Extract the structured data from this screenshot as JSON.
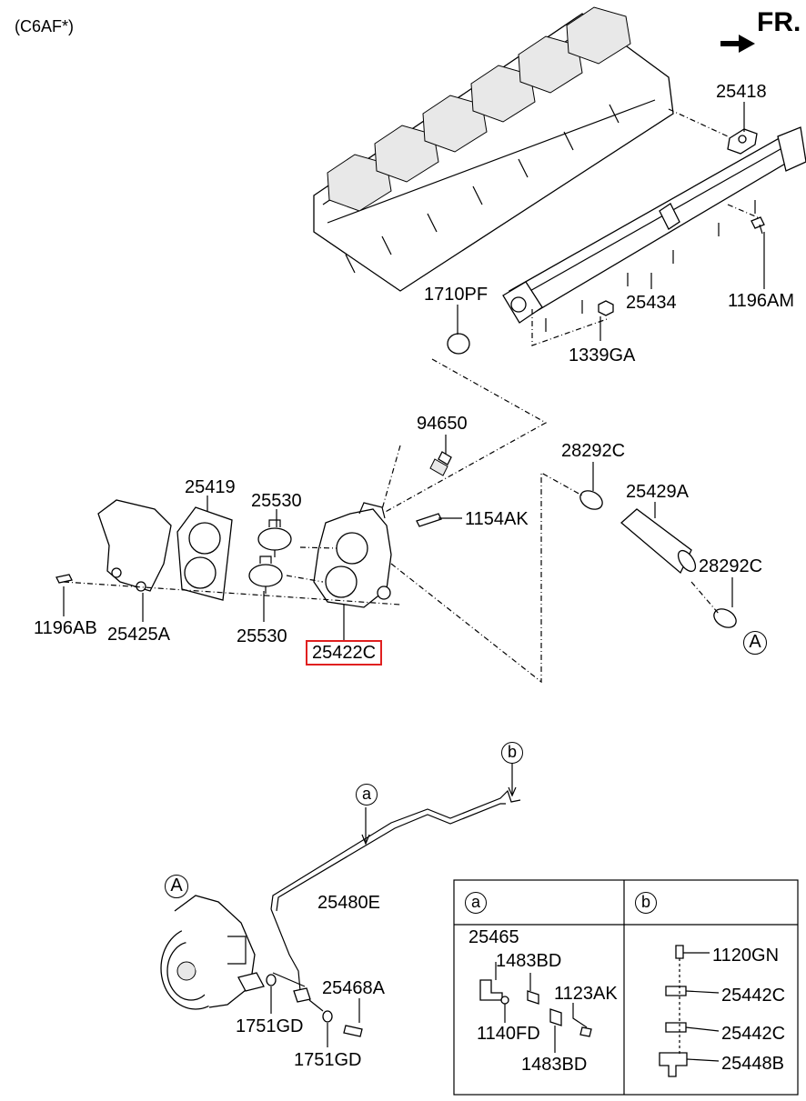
{
  "header": {
    "variant": "(C6AF*)",
    "direction": "FR."
  },
  "parts": {
    "p25418": "25418",
    "p1710pf": "1710PF",
    "p25434": "25434",
    "p1196am": "1196AM",
    "p1339ga": "1339GA",
    "p94650": "94650",
    "p28292c_top": "28292C",
    "p25419": "25419",
    "p25530_top": "25530",
    "p1154ak": "1154AK",
    "p25429a": "25429A",
    "p28292c_bottom": "28292C",
    "p1196ab": "1196AB",
    "p25425a": "25425A",
    "p25530_bottom": "25530",
    "p25422c": "25422C",
    "p25480e": "25480E",
    "p25468a": "25468A",
    "p1751gd_left": "1751GD",
    "p1751gd_bottom": "1751GD"
  },
  "callouts": {
    "A": "A",
    "a": "a",
    "b": "b"
  },
  "legend": {
    "panel_a": {
      "key": "a",
      "items": [
        "25465",
        "1483BD",
        "1123AK",
        "1140FD",
        "1483BD"
      ]
    },
    "panel_b": {
      "key": "b",
      "items": [
        "1120GN",
        "25442C",
        "25442C",
        "25448B"
      ]
    }
  },
  "colors": {
    "highlight": "#e02020",
    "line": "#000000",
    "background": "#ffffff"
  }
}
